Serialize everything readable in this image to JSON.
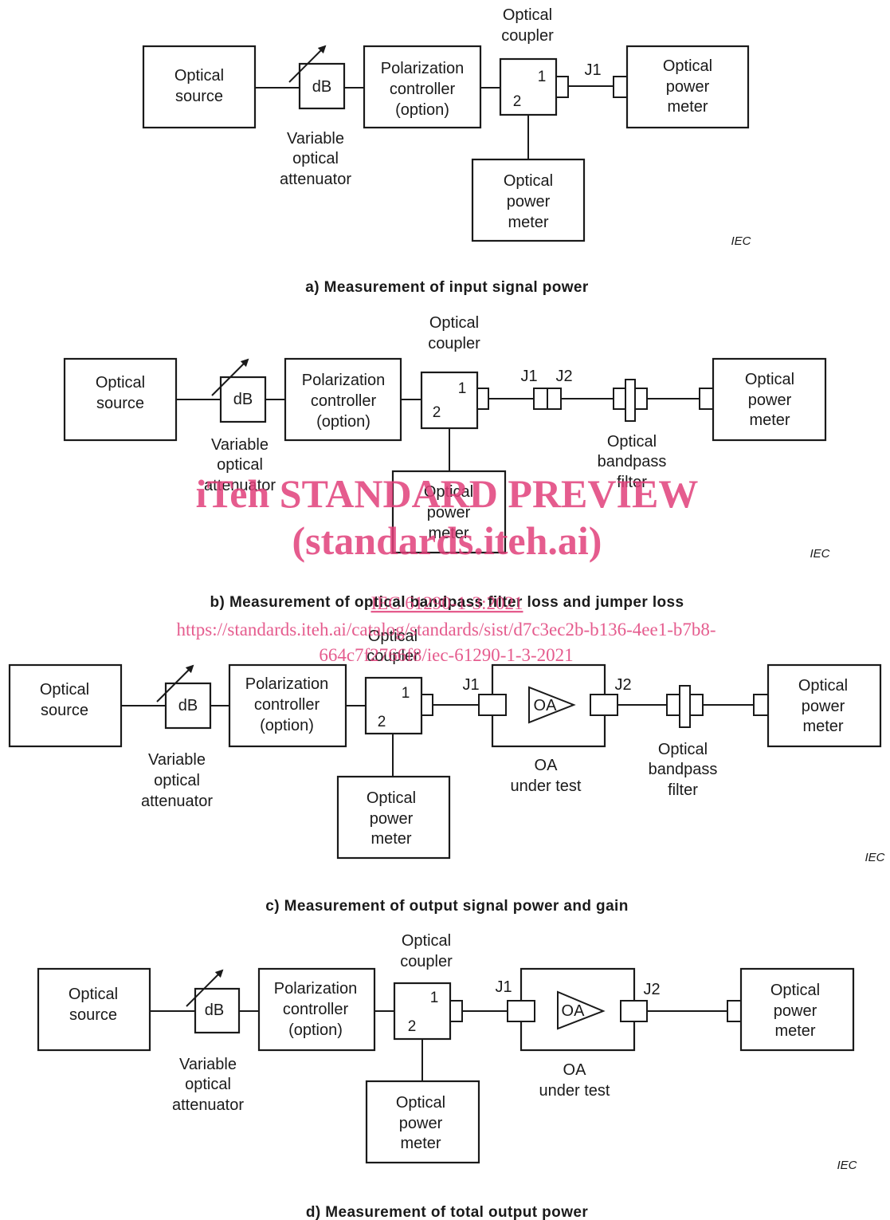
{
  "labels": {
    "optical": "Optical",
    "source": "source",
    "power": "power",
    "meter": "meter",
    "coupler": "coupler",
    "db": "dB",
    "polarization": "Polarization",
    "controller": "controller",
    "option": "(option)",
    "variable": "Variable",
    "optical_lc": "optical",
    "attenuator": "attenuator",
    "port1": "1",
    "port2": "2",
    "j1": "J1",
    "j2": "J2",
    "bandpass": "bandpass",
    "filter": "filter",
    "oa": "OA",
    "under_test": "under test",
    "iec": "IEC"
  },
  "captions": {
    "a": "a) Measurement of input signal power",
    "b": "b) Measurement of optical bandpass filter loss and jumper loss",
    "c": "c) Measurement of output signal power and gain",
    "d": "d) Measurement of total output power"
  },
  "watermark": {
    "line1": "iTeh STANDARD PREVIEW",
    "line2": "(standards.iteh.ai)",
    "line3": "IEC 61290-1-3:2021",
    "line4": "https://standards.iteh.ai/catalog/standards/sist/d7c3ec2b-b136-4ee1-b7b8-",
    "line5": "664c7f2766f8/iec-61290-1-3-2021",
    "color": "#e0407a"
  }
}
